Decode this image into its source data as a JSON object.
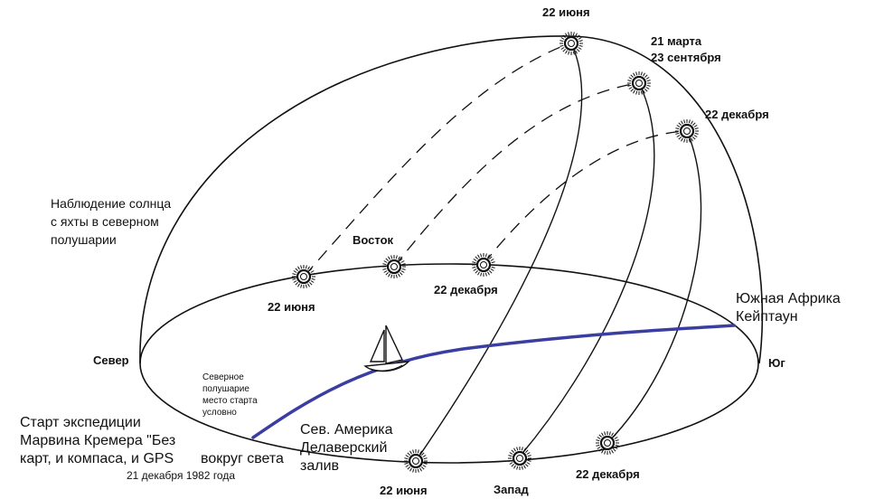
{
  "labels": {
    "top_june": "22 июня",
    "march_sept_1": "21 марта",
    "march_sept_2": "23 сентября",
    "top_december": "22 декабря",
    "east": "Восток",
    "rise_june": "22 июня",
    "rise_december": "22 декабря",
    "north": "Север",
    "south": "Юг",
    "set_june": "22 июня",
    "west": "Запад",
    "set_december": "22 декабря"
  },
  "annotations": {
    "observation_1": "Наблюдение солнца",
    "observation_2": "с яхты в северном",
    "observation_3": "полушарии",
    "hemisphere_1": "Северное",
    "hemisphere_2": "полушарие",
    "hemisphere_3": "место старта",
    "hemisphere_4": "условно",
    "start_1": "Старт экспедиции",
    "start_2": "Марвина Кремера \"Без",
    "start_3": "карт, и компаса, и GPS",
    "around_world": "вокруг света",
    "start_date": "21 декабря 1982 года",
    "america_1": "Сев. Америка",
    "america_2": "Делаверский",
    "america_3": "залив",
    "africa_1": "Южная Африка",
    "africa_2": "Кейптаун"
  },
  "colors": {
    "line": "#111111",
    "route": "#3a3ea0",
    "sun": "#111111"
  },
  "icons": {
    "sun": "sun-icon",
    "boat": "sailboat-icon"
  }
}
